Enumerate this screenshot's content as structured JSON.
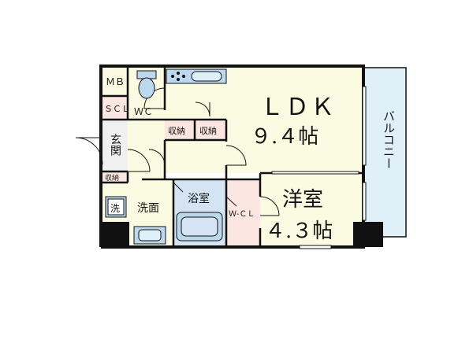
{
  "rooms": {
    "ldk": {
      "name": "ＬＤＫ",
      "size": "９.４帖"
    },
    "western": {
      "name": "洋室",
      "size": "４.３帖"
    },
    "balcony": {
      "name": "バルコニー"
    },
    "bath": {
      "name": "浴室"
    },
    "washroom": {
      "name": "洗面"
    },
    "entrance": {
      "name": "玄関"
    },
    "wc": {
      "name": "ＷＣ"
    },
    "mb": {
      "name": "ＭＢ"
    },
    "scl": {
      "name": "ＳＣＬ"
    },
    "wcl": {
      "name": "Ｗ-ＣＬ"
    },
    "storage_1": {
      "name": "収納"
    },
    "storage_2": {
      "name": "収納"
    },
    "storage_3": {
      "name": "収納"
    },
    "washer": {
      "name": "洗"
    }
  },
  "colors": {
    "ldk": "#fbfbe2",
    "balcony": "#dff0f8",
    "bath": "#d4e4f4",
    "western": "#fbfbe2",
    "wcl": "#fbe6e2",
    "washroom": "#fbfbe2",
    "mb": "#fbfbe2",
    "scl": "#fbe6e2",
    "storage": "#fbe6e2",
    "wc": "#fbfbe2",
    "entrance": "#f0f0f0",
    "fixture": "#bcd8ee",
    "wall": "#111111"
  }
}
